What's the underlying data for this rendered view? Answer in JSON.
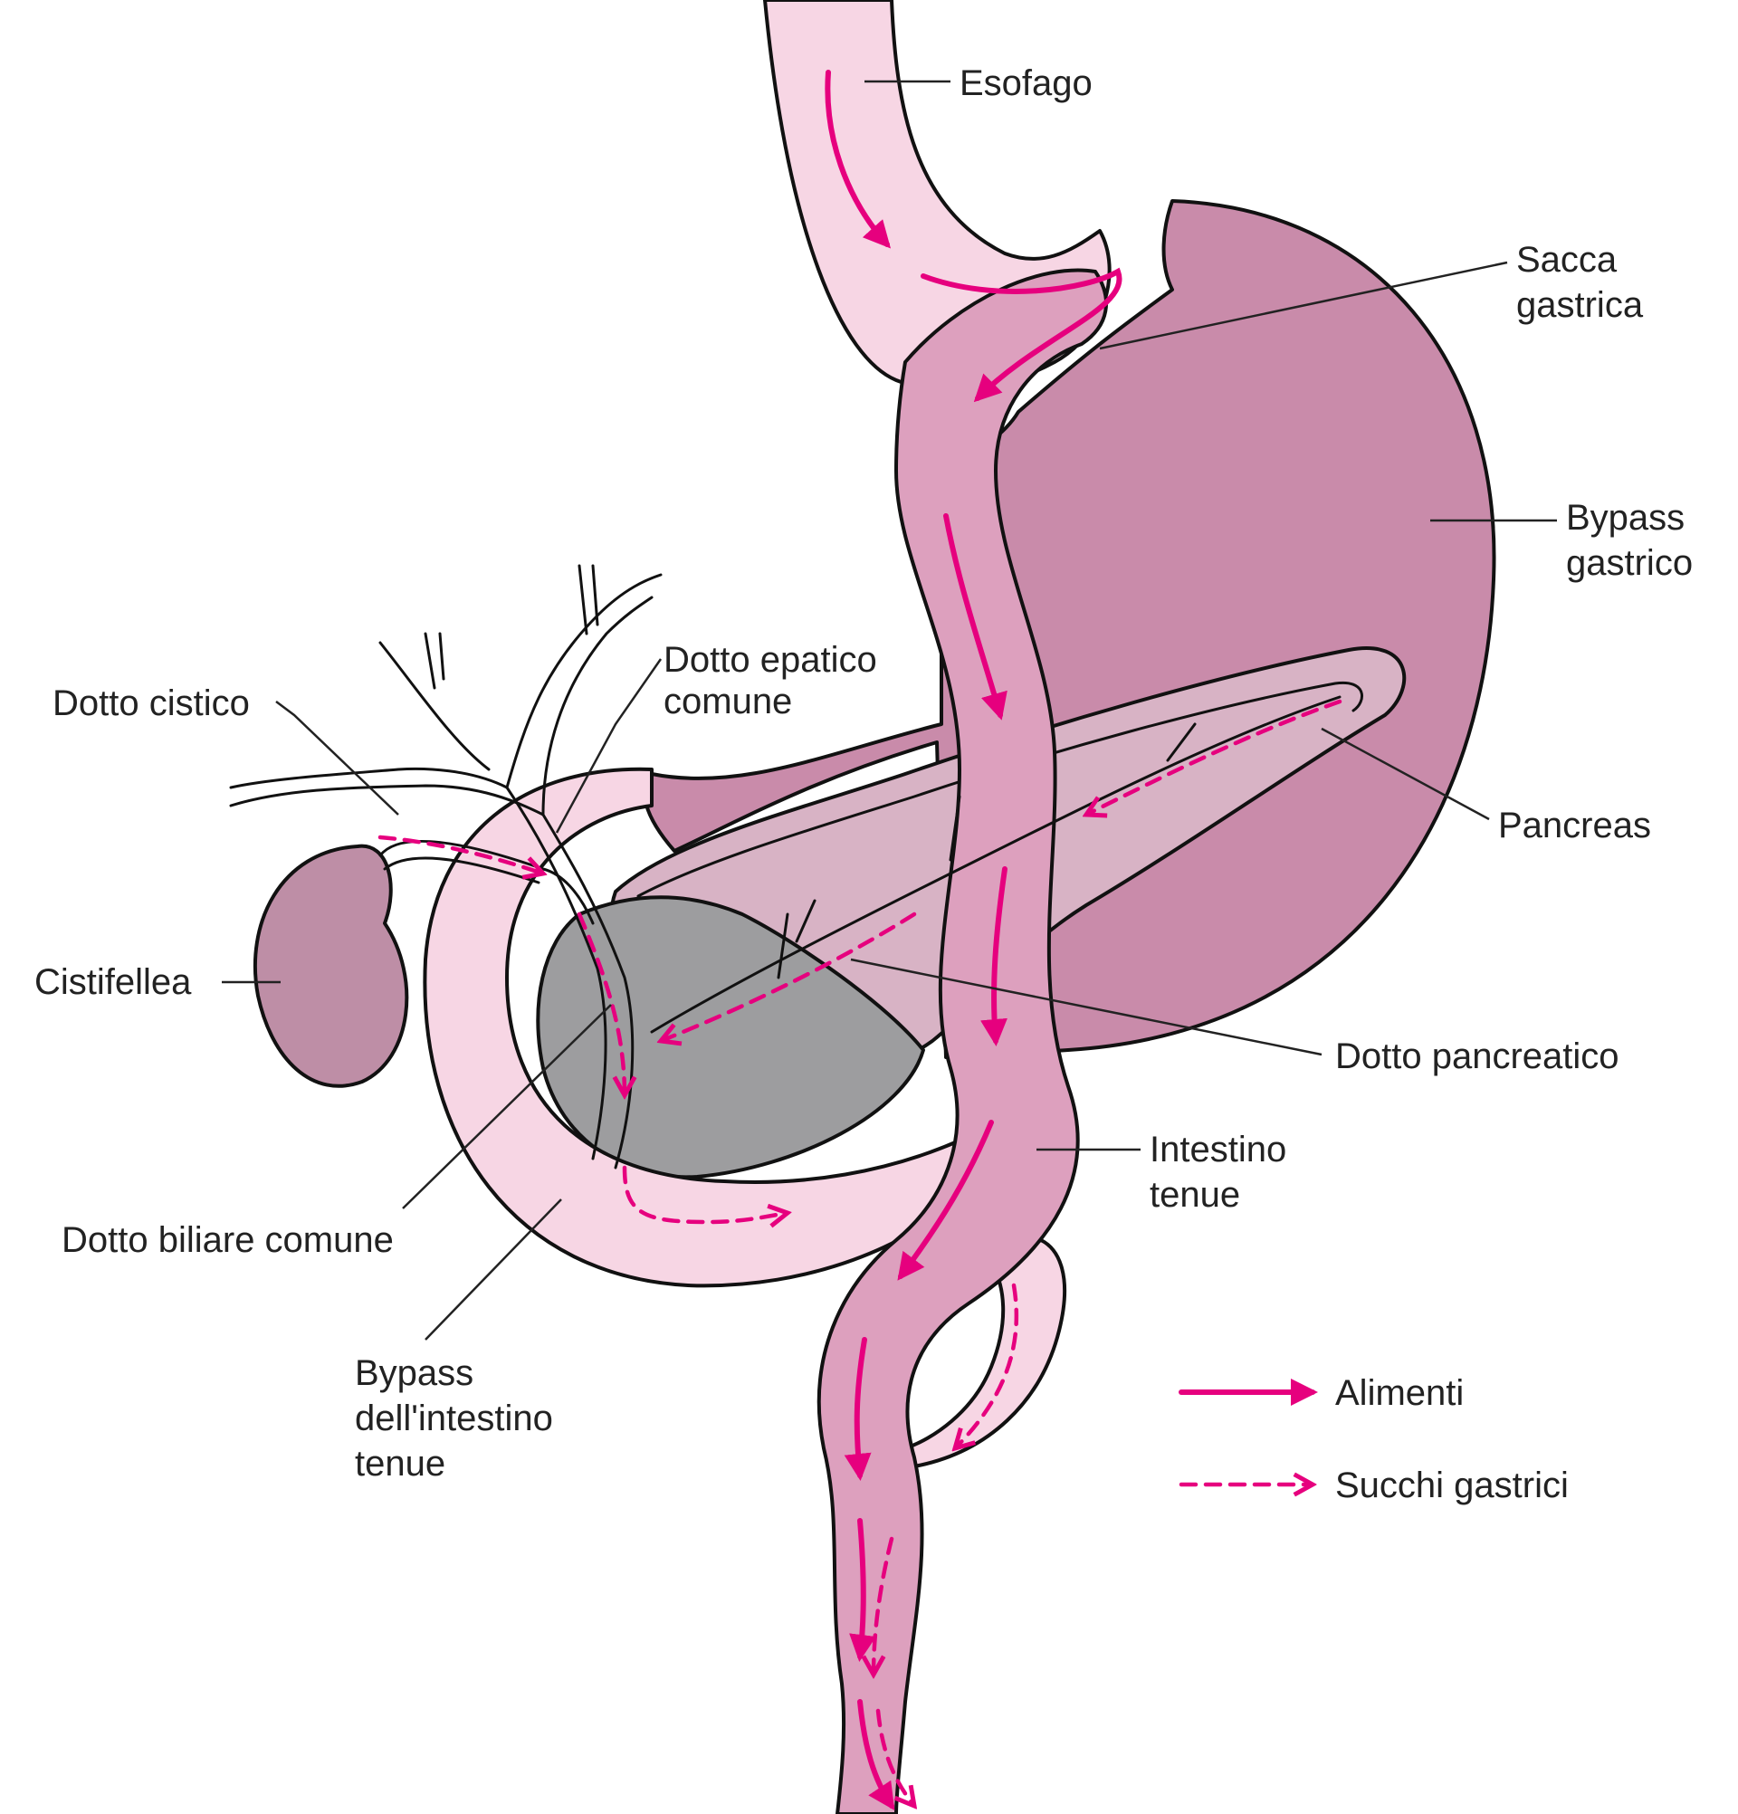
{
  "colors": {
    "stomach": "#C98BAA",
    "intestine": "#DDA0BE",
    "bypass_limb": "#F7D6E4",
    "pancreas": "#D8B3C5",
    "duodenum_dark": "#9D9D9F",
    "gallbladder": "#BE8EA6",
    "arrow": "#E6007E",
    "outline": "#111111"
  },
  "labels": {
    "esofago": "Esofago",
    "sacca_1": "Sacca",
    "sacca_2": "gastrica",
    "bypass_gastrico_1": "Bypass",
    "bypass_gastrico_2": "gastrico",
    "dotto_epatico_1": "Dotto epatico",
    "dotto_epatico_2": "comune",
    "dotto_cistico": "Dotto cistico",
    "pancreas": "Pancreas",
    "cistifellea": "Cistifellea",
    "dotto_pancreatico": "Dotto pancreatico",
    "intestino_1": "Intestino",
    "intestino_2": "tenue",
    "dotto_biliare": "Dotto biliare comune",
    "bypass_intestino_1": "Bypass",
    "bypass_intestino_2": "dell'intestino",
    "bypass_intestino_3": "tenue"
  },
  "legend": {
    "food_label": "Alimenti",
    "juice_label": "Succhi gastrici"
  }
}
